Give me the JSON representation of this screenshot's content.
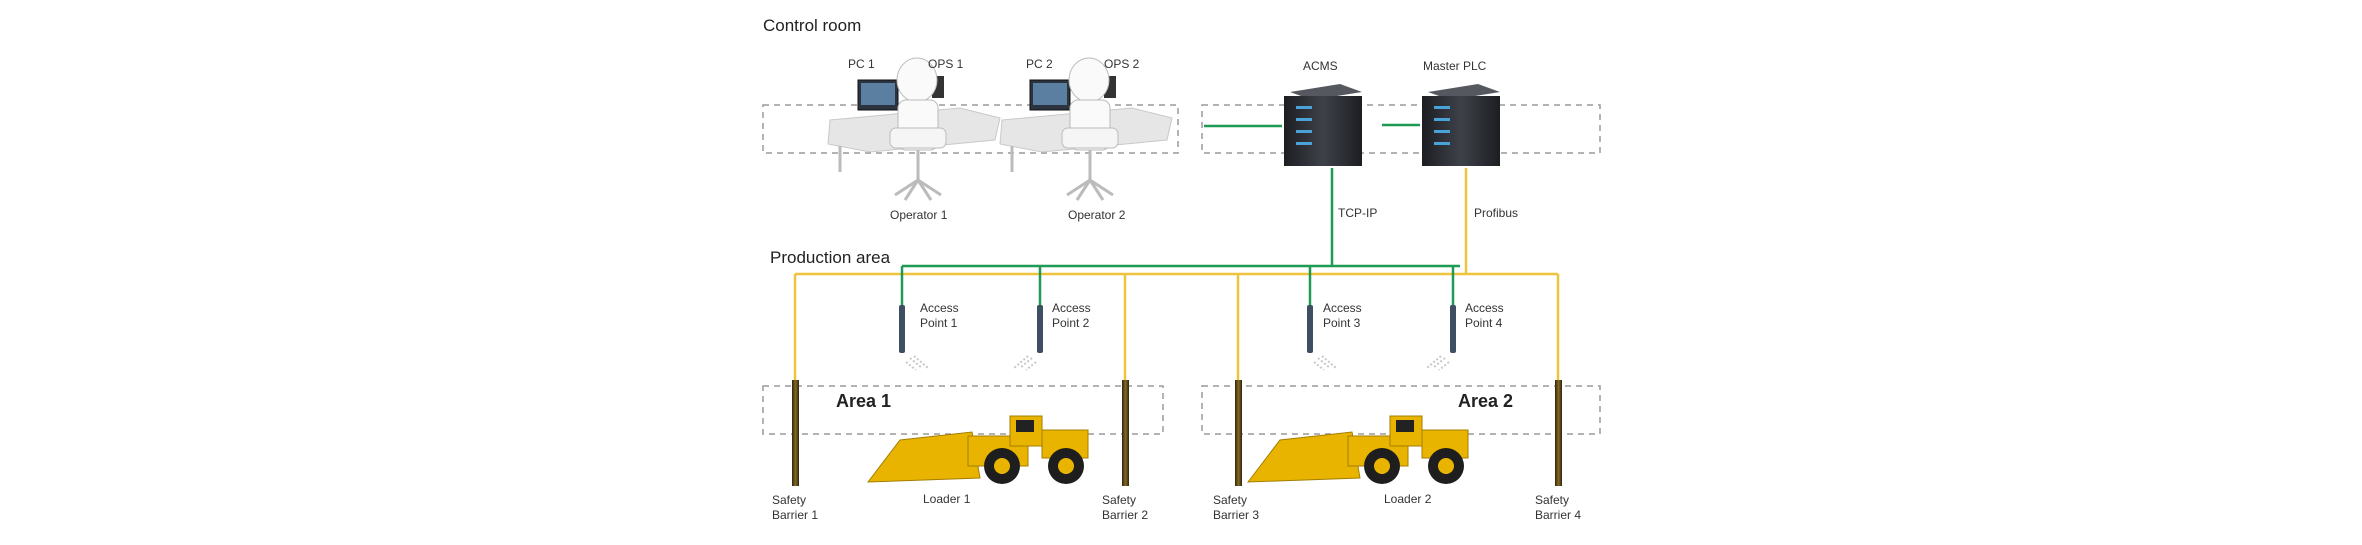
{
  "sections": {
    "control_room": "Control room",
    "production_area": "Production area"
  },
  "control_room": {
    "pc1": "PC 1",
    "ops1": "OPS 1",
    "pc2": "PC 2",
    "ops2": "OPS 2",
    "operator1": "Operator 1",
    "operator2": "Operator 2",
    "acms": "ACMS",
    "master_plc": "Master PLC"
  },
  "links": {
    "tcp_ip": "TCP-IP",
    "profibus": "Profibus"
  },
  "access_points": {
    "ap1": "Access\nPoint 1",
    "ap2": "Access\nPoint 2",
    "ap3": "Access\nPoint 3",
    "ap4": "Access\nPoint 4"
  },
  "areas": {
    "area1": "Area 1",
    "area2": "Area 2"
  },
  "equipment": {
    "loader1": "Loader 1",
    "loader2": "Loader 2",
    "barrier1": "Safety\nBarrier 1",
    "barrier2": "Safety\nBarrier 2",
    "barrier3": "Safety\nBarrier 3",
    "barrier4": "Safety\nBarrier 4"
  },
  "colors": {
    "tcp_ip_line": "#1f9a55",
    "profibus_line": "#f0c33c",
    "loader_body": "#e9b400",
    "server_dark": "#2b2d33",
    "barrier_pole": "#3a3222"
  }
}
